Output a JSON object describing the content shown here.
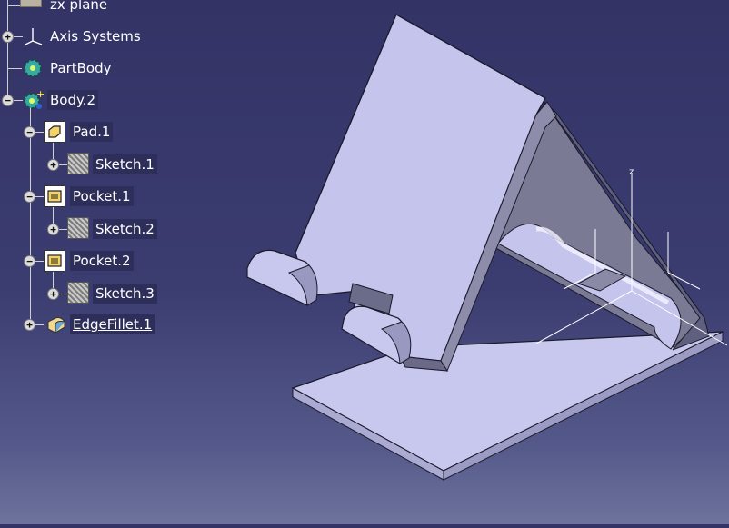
{
  "tree": {
    "items": [
      {
        "label": "zx plane",
        "icon": "plane-icon",
        "expander": ""
      },
      {
        "label": "Axis Systems",
        "icon": "axis-systems-icon",
        "expander": "+"
      },
      {
        "label": "PartBody",
        "icon": "partbody-gear-icon",
        "expander": ""
      },
      {
        "label": "Body.2",
        "icon": "body-gear-icon",
        "expander": "−"
      },
      {
        "label": "Pad.1",
        "icon": "pad-icon",
        "expander": "−"
      },
      {
        "label": "Sketch.1",
        "icon": "sketch-icon",
        "expander": "+"
      },
      {
        "label": "Pocket.1",
        "icon": "pocket-icon",
        "expander": "−"
      },
      {
        "label": "Sketch.2",
        "icon": "sketch-icon",
        "expander": "+"
      },
      {
        "label": "Pocket.2",
        "icon": "pocket-icon",
        "expander": "−"
      },
      {
        "label": "Sketch.3",
        "icon": "sketch-icon",
        "expander": "+"
      },
      {
        "label": "EdgeFillet.1",
        "icon": "edge-fillet-icon",
        "expander": "+"
      }
    ]
  },
  "axis": {
    "z_label": "z"
  },
  "colors": {
    "background_top": "#333366",
    "background_bottom": "#6d739c",
    "part_face": "#c6c6ee",
    "part_edge": "#1a1a2a",
    "part_dark_face": "#75758f"
  }
}
